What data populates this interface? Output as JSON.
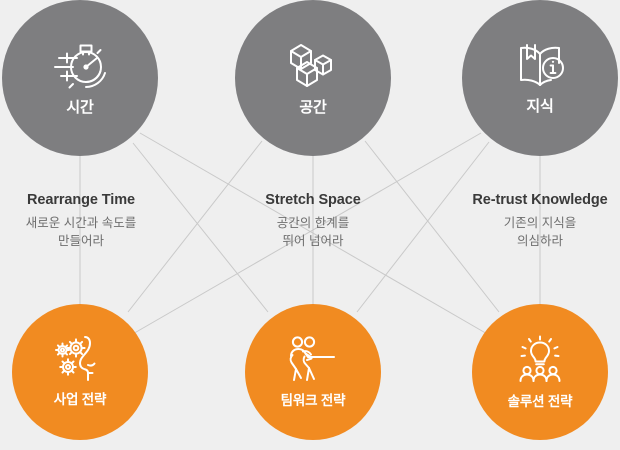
{
  "theme": {
    "background": "#efefef",
    "node_top_color": "#7e7e80",
    "node_bottom_color": "#f18b21",
    "line_color": "#c9c9c9",
    "title_color": "#3a3a3a",
    "subtitle_color": "#6e6e6e",
    "node_label_color": "#ffffff"
  },
  "top_nodes": [
    {
      "label": "시간",
      "icon": "stopwatch-icon"
    },
    {
      "label": "공간",
      "icon": "cubes-icon"
    },
    {
      "label": "지식",
      "icon": "book-info-icon"
    }
  ],
  "captions": [
    {
      "title": "Rearrange Time",
      "sub_line1": "새로운 시간과 속도를",
      "sub_line2": "만들어라"
    },
    {
      "title": "Stretch Space",
      "sub_line1": "공간의 한계를",
      "sub_line2": "뛰어 넘어라"
    },
    {
      "title": "Re-trust Knowledge",
      "sub_line1": "기존의 지식을",
      "sub_line2": "의심하라"
    }
  ],
  "bottom_nodes": [
    {
      "label": "사업 전략",
      "icon": "gears-head-icon"
    },
    {
      "label": "팀워크 전략",
      "icon": "tug-of-war-icon"
    },
    {
      "label": "솔루션 전략",
      "icon": "lightbulb-people-icon"
    }
  ]
}
